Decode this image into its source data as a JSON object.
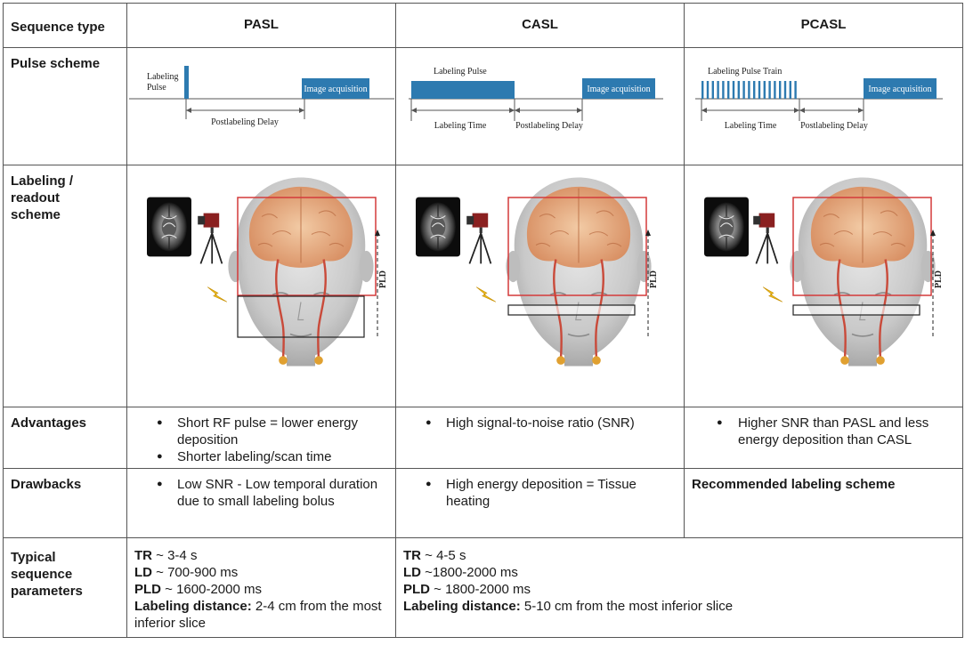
{
  "header": {
    "row_label": "Sequence type",
    "pasl": "PASL",
    "casl": "CASL",
    "pcasl": "PCASL"
  },
  "rows": {
    "pulse": "Pulse scheme",
    "labeling_1": "Labeling /",
    "labeling_2": "readout",
    "labeling_3": "scheme",
    "advantages": "Advantages",
    "drawbacks": "Drawbacks",
    "params_1": "Typical",
    "params_2": "sequence",
    "params_3": "parameters"
  },
  "pulse_scheme": {
    "pasl": {
      "labeling_1": "Labeling",
      "labeling_2": "Pulse",
      "delay": "Postlabeling Delay",
      "image": "Image acquisition"
    },
    "casl": {
      "labeling": "Labeling Pulse",
      "time": "Labeling Time",
      "delay": "Postlabeling Delay",
      "image": "Image acquisition"
    },
    "pcasl": {
      "labeling": "Labeling Pulse Train",
      "time": "Labeling Time",
      "delay": "Postlabeling Delay",
      "image": "Image acquisition"
    }
  },
  "scheme": {
    "pld": "PLD"
  },
  "advantages": {
    "pasl": [
      "Short RF pulse = lower energy deposition",
      "Shorter labeling/scan time"
    ],
    "casl": [
      "High signal-to-noise ratio (SNR)"
    ],
    "pcasl": [
      "Higher SNR than PASL and less energy deposition than CASL"
    ]
  },
  "drawbacks": {
    "pasl": [
      "Low SNR - Low temporal duration due to small labeling bolus"
    ],
    "casl": [
      "High energy deposition = Tissue heating"
    ],
    "pcasl": "Recommended labeling scheme"
  },
  "params": {
    "pasl": {
      "tr_label": "TR",
      "tr_val": " ~ 3-4 s",
      "ld_label": "LD",
      "ld_val": " ~ 700-900 ms",
      "pld_label": "PLD",
      "pld_val": " ~ 1600-2000 ms",
      "dist_label": "Labeling distance:",
      "dist_val": " 2-4 cm from the most inferior slice"
    },
    "casl_pcasl": {
      "tr_label": "TR",
      "tr_val": " ~ 4-5 s",
      "ld_label": "LD",
      "ld_val": " ~1800-2000 ms",
      "pld_label": "PLD",
      "pld_val": " ~ 1800-2000 ms",
      "dist_label": "Labeling distance:",
      "dist_val": " 5-10 cm from the most inferior slice"
    }
  },
  "colors": {
    "pulse": "#2d7ab0",
    "box": "#d43a3a",
    "artery": "#c94a3a",
    "brain": "#e8a87c"
  }
}
